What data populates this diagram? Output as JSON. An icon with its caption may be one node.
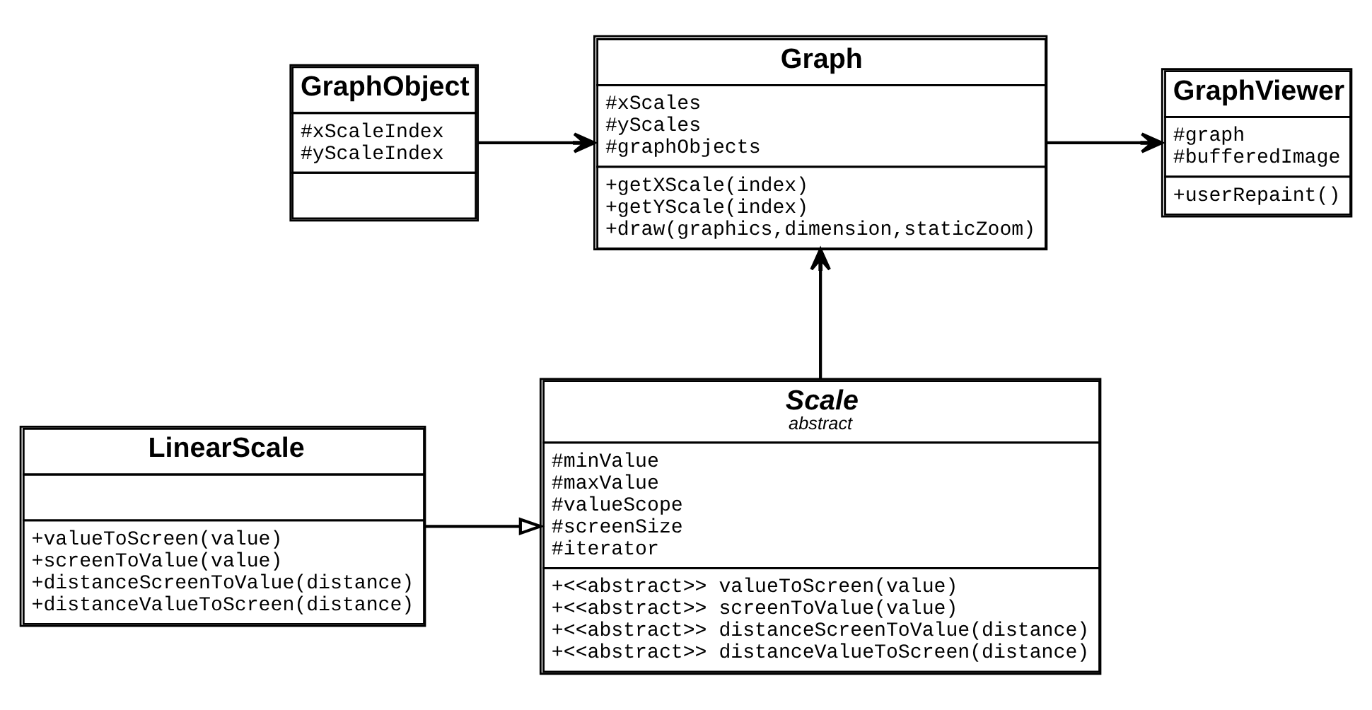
{
  "diagram": {
    "nodes": [
      {
        "text": [
          "GraphViewer",
          "#graph",
          "#bufferedImage",
          "+userRepaint()"
        ]
      },
      {
        "text": [
          "Graph",
          "#xScales",
          "#yScales",
          "#graphObjects",
          "+getXScale(index)",
          "+getYScale(index)",
          "+draw(graphics,dimension,staticZoom)"
        ]
      },
      {
        "text": [
          "GraphObject",
          "#xScaleIndex",
          "#yScaleIndex"
        ]
      },
      {
        "text": [
          "Scale",
          "abstract",
          "#minValue",
          "#maxValue",
          "#valueScope",
          "#screenSize",
          "#iterator",
          "+<<abstract>> valueToScreen(value)",
          "+<<abstract>> screenToValue(value)",
          "+<<abstract>> distanceScreenToValue(distance)",
          "+<<abstract>> distanceValueToScreen(distance)"
        ]
      },
      {
        "text": [
          "LinearScale",
          "+valueToScreen(value)",
          "+screenToValue(value)",
          "+distanceScreenToValue(distance)",
          "+distanceValueToScreen(distance)"
        ]
      }
    ],
    "edges": [
      {
        "from": 1,
        "to": 0,
        "arrow": "to"
      },
      {
        "from": 2,
        "to": 1,
        "arrow": "to"
      },
      {
        "from": 3,
        "to": 1,
        "arrow": "to"
      },
      {
        "from": 4,
        "to": 3,
        "arrow": "to"
      }
    ]
  }
}
